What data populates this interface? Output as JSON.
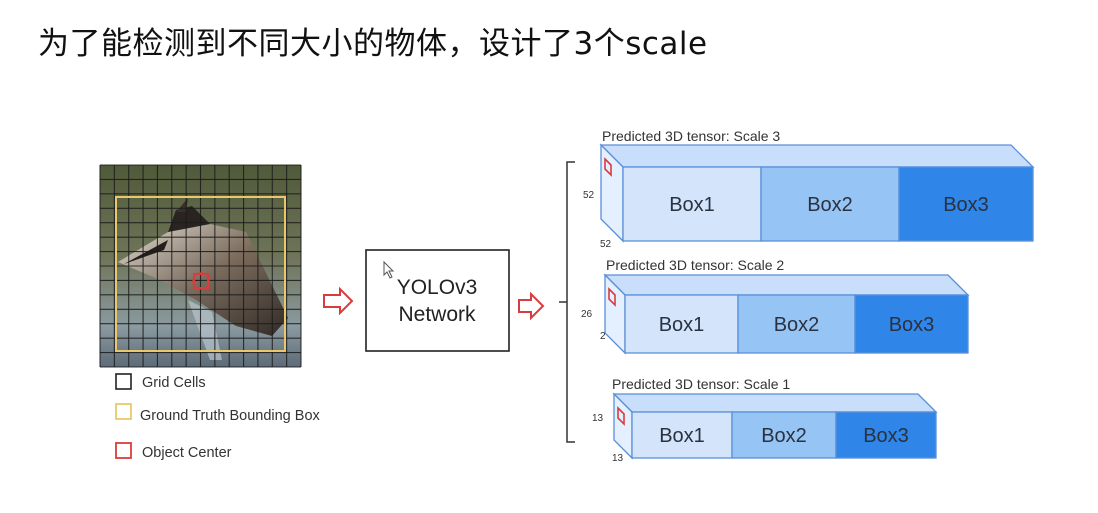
{
  "title": "为了能检测到不同大小的物体，设计了3个scale",
  "legend": {
    "grid_cells": "Grid Cells",
    "ground_truth": "Ground Truth Bounding Box",
    "object_center": "Object Center"
  },
  "network": {
    "line1": "YOLOv3",
    "line2": "Network"
  },
  "scales": [
    {
      "label": "Predicted 3D tensor: Scale 3",
      "dim_side": "52",
      "dim_bottom": "52",
      "boxes": [
        "Box1",
        "Box2",
        "Box3"
      ]
    },
    {
      "label": "Predicted 3D tensor: Scale 2",
      "dim_side": "26",
      "dim_bottom": "2",
      "boxes": [
        "Box1",
        "Box2",
        "Box3"
      ]
    },
    {
      "label": "Predicted 3D tensor: Scale 1",
      "dim_side": "13",
      "dim_bottom": "13",
      "boxes": [
        "Box1",
        "Box2",
        "Box3"
      ]
    }
  ],
  "colors": {
    "box1": "#d4e5fb",
    "box2": "#96c5f5",
    "box3": "#2f86e8",
    "top_face": "#c9defa",
    "side_face": "#e4efff",
    "border": "#5a8fd6",
    "arrow": "#d93c3c",
    "gt_box": "#e8c86a",
    "center": "#d93c3c"
  }
}
